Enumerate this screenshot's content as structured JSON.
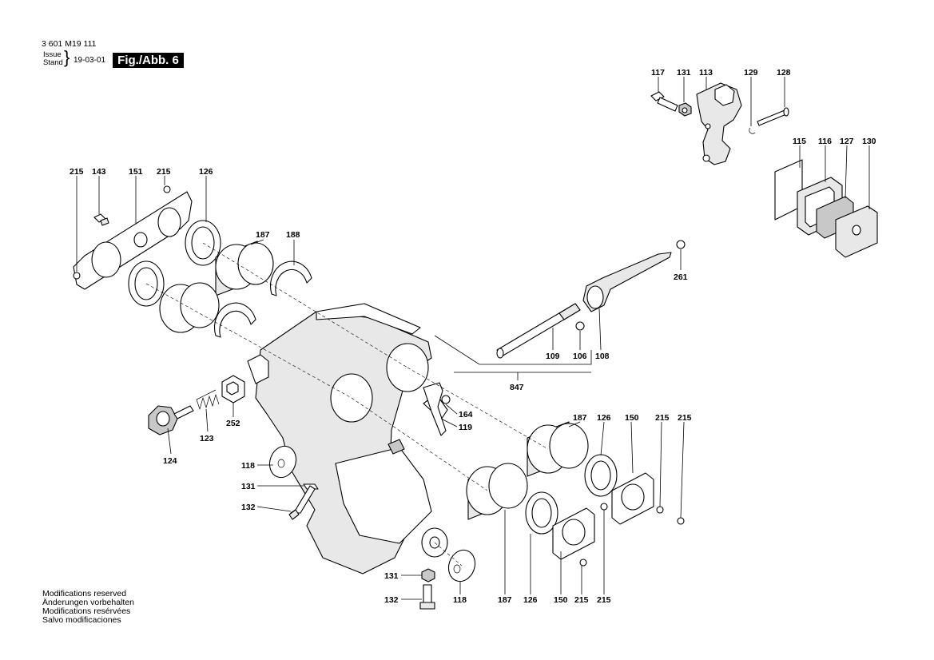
{
  "header": {
    "doc_number": "3 601 M19 111",
    "issue_label": "Issue",
    "stand_label": "Stand",
    "issue_date": "19-03-01",
    "figure_label": "Fig./Abb. 6"
  },
  "notes": [
    "Modifications reserved",
    "Änderungen vorbehalten",
    "Modifications resérvées",
    "Salvo modificaciones"
  ],
  "part_labels": [
    {
      "id": "p117",
      "text": "117"
    },
    {
      "id": "p131a",
      "text": "131"
    },
    {
      "id": "p113",
      "text": "113"
    },
    {
      "id": "p129",
      "text": "129"
    },
    {
      "id": "p128",
      "text": "128"
    },
    {
      "id": "p115",
      "text": "115"
    },
    {
      "id": "p116",
      "text": "116"
    },
    {
      "id": "p127",
      "text": "127"
    },
    {
      "id": "p130",
      "text": "130"
    },
    {
      "id": "p215a",
      "text": "215"
    },
    {
      "id": "p143",
      "text": "143"
    },
    {
      "id": "p151",
      "text": "151"
    },
    {
      "id": "p215b",
      "text": "215"
    },
    {
      "id": "p126a",
      "text": "126"
    },
    {
      "id": "p187a",
      "text": "187"
    },
    {
      "id": "p188",
      "text": "188"
    },
    {
      "id": "p261",
      "text": "261"
    },
    {
      "id": "p109",
      "text": "109"
    },
    {
      "id": "p106",
      "text": "106"
    },
    {
      "id": "p108",
      "text": "108"
    },
    {
      "id": "p847",
      "text": "847"
    },
    {
      "id": "p164",
      "text": "164"
    },
    {
      "id": "p119",
      "text": "119"
    },
    {
      "id": "p252",
      "text": "252"
    },
    {
      "id": "p123",
      "text": "123"
    },
    {
      "id": "p124",
      "text": "124"
    },
    {
      "id": "p187b",
      "text": "187"
    },
    {
      "id": "p126b",
      "text": "126"
    },
    {
      "id": "p150a",
      "text": "150"
    },
    {
      "id": "p215c",
      "text": "215"
    },
    {
      "id": "p215d",
      "text": "215"
    },
    {
      "id": "p118a",
      "text": "118"
    },
    {
      "id": "p131b",
      "text": "131"
    },
    {
      "id": "p132a",
      "text": "132"
    },
    {
      "id": "p131c",
      "text": "131"
    },
    {
      "id": "p132b",
      "text": "132"
    },
    {
      "id": "p118b",
      "text": "118"
    },
    {
      "id": "p187c",
      "text": "187"
    },
    {
      "id": "p126c",
      "text": "126"
    },
    {
      "id": "p150b",
      "text": "150"
    },
    {
      "id": "p215e",
      "text": "215"
    },
    {
      "id": "p215f",
      "text": "215"
    }
  ]
}
